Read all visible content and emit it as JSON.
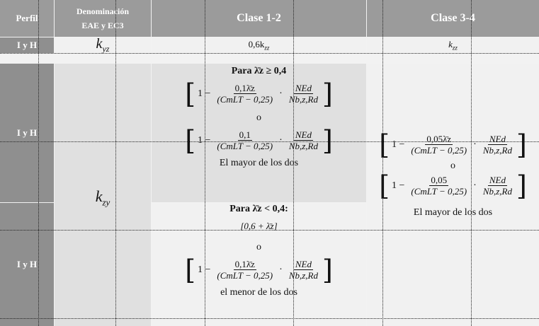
{
  "header": {
    "perfil": "Perfil",
    "denominacion_1": "Denominación",
    "denominacion_2": "EAE y EC3",
    "clase12": "Clase 1-2",
    "clase34": "Clase 3-4"
  },
  "row1": {
    "label": "I y H",
    "symbol": "k",
    "symbol_sub": "yz",
    "clase12_coef": "0,6k",
    "clase12_sub": "zz",
    "clase34": "k",
    "clase34_sub": "zz"
  },
  "row2": {
    "label": "I y H",
    "condition": "Para λ̄z ≥ 0,4",
    "bracket_open": "[",
    "one_minus": "1 −",
    "num": "0,1λ̄z",
    "den": "(CmLT − 0,25)",
    "dot": "·",
    "ned": "NEd",
    "nb": "Nb,z,Rd",
    "bracket_close": "]",
    "or": "o",
    "num2": "0,1",
    "mayor": "El mayor de los dos"
  },
  "row3": {
    "label": "I y H",
    "condition": "Para λ̄z < 0,4:",
    "expr": "[0,6 + λ̄z]",
    "or": "o",
    "num": "0,1λ̄z",
    "den": "(CmLT − 0,25)",
    "ned": "NEd",
    "nb": "Nb,z,Rd",
    "menor": "el menor de los dos"
  },
  "kzy": {
    "symbol": "k",
    "sub": "zy"
  },
  "clase34_block": {
    "num1": "0,05λ̄z",
    "den1": "(CmLT − 0,25)",
    "ned": "NEd",
    "nb": "Nb,z,Rd",
    "or": "o",
    "num2": "0,05",
    "den2": "(CmLT − 0,25)",
    "mayor": "El mayor de los dos",
    "one_minus": "1 −"
  }
}
